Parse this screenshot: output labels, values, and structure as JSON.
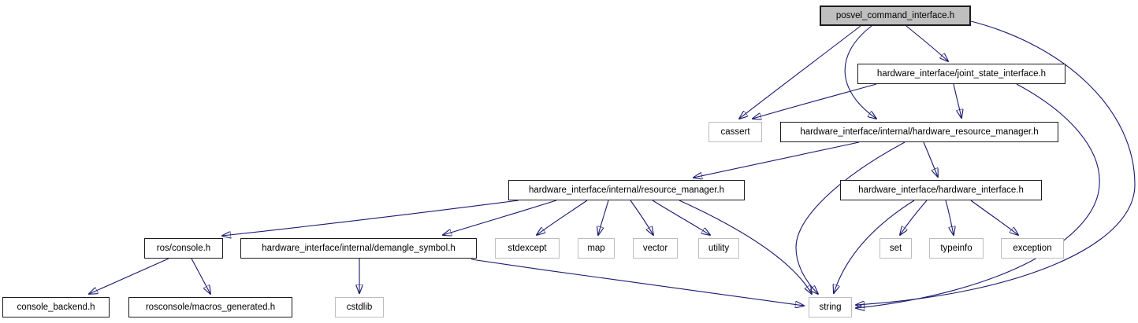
{
  "diagram": {
    "type": "include-dependency-graph",
    "colors": {
      "edge": "#191970",
      "linked_node_border": "#1c1c1c",
      "system_node_border": "#bdbdbd",
      "current_node_fill": "#bfbfbf",
      "background": "#ffffff",
      "text": "#000000"
    },
    "nodes": {
      "posvel": {
        "label": "posvel_command_interface.h",
        "type": "current"
      },
      "joint_state": {
        "label": "hardware_interface/joint_state_interface.h",
        "type": "linked"
      },
      "cassert": {
        "label": "cassert",
        "type": "system"
      },
      "hrm": {
        "label": "hardware_interface/internal/hardware_resource_manager.h",
        "type": "linked"
      },
      "rm": {
        "label": "hardware_interface/internal/resource_manager.h",
        "type": "linked"
      },
      "hwif": {
        "label": "hardware_interface/hardware_interface.h",
        "type": "linked"
      },
      "console": {
        "label": "ros/console.h",
        "type": "linked"
      },
      "demangle": {
        "label": "hardware_interface/internal/demangle_symbol.h",
        "type": "linked"
      },
      "stdexcept": {
        "label": "stdexcept",
        "type": "system"
      },
      "map": {
        "label": "map",
        "type": "system"
      },
      "vector": {
        "label": "vector",
        "type": "system"
      },
      "utility": {
        "label": "utility",
        "type": "system"
      },
      "set": {
        "label": "set",
        "type": "system"
      },
      "typeinfo": {
        "label": "typeinfo",
        "type": "system"
      },
      "exception": {
        "label": "exception",
        "type": "system"
      },
      "console_backend": {
        "label": "console_backend.h",
        "type": "linked"
      },
      "macros_generated": {
        "label": "rosconsole/macros_generated.h",
        "type": "linked"
      },
      "cstdlib": {
        "label": "cstdlib",
        "type": "system"
      },
      "string": {
        "label": "string",
        "type": "system"
      }
    },
    "edges": [
      {
        "from": "posvel",
        "to": "joint_state"
      },
      {
        "from": "posvel",
        "to": "cassert"
      },
      {
        "from": "posvel",
        "to": "hrm"
      },
      {
        "from": "posvel",
        "to": "string"
      },
      {
        "from": "joint_state",
        "to": "cassert"
      },
      {
        "from": "joint_state",
        "to": "hrm"
      },
      {
        "from": "joint_state",
        "to": "string"
      },
      {
        "from": "hrm",
        "to": "rm"
      },
      {
        "from": "hrm",
        "to": "hwif"
      },
      {
        "from": "hrm",
        "to": "string"
      },
      {
        "from": "rm",
        "to": "console"
      },
      {
        "from": "rm",
        "to": "demangle"
      },
      {
        "from": "rm",
        "to": "stdexcept"
      },
      {
        "from": "rm",
        "to": "map"
      },
      {
        "from": "rm",
        "to": "vector"
      },
      {
        "from": "rm",
        "to": "utility"
      },
      {
        "from": "rm",
        "to": "string"
      },
      {
        "from": "hwif",
        "to": "set"
      },
      {
        "from": "hwif",
        "to": "typeinfo"
      },
      {
        "from": "hwif",
        "to": "exception"
      },
      {
        "from": "hwif",
        "to": "string"
      },
      {
        "from": "console",
        "to": "console_backend"
      },
      {
        "from": "console",
        "to": "macros_generated"
      },
      {
        "from": "demangle",
        "to": "cstdlib"
      },
      {
        "from": "demangle",
        "to": "string"
      }
    ]
  }
}
